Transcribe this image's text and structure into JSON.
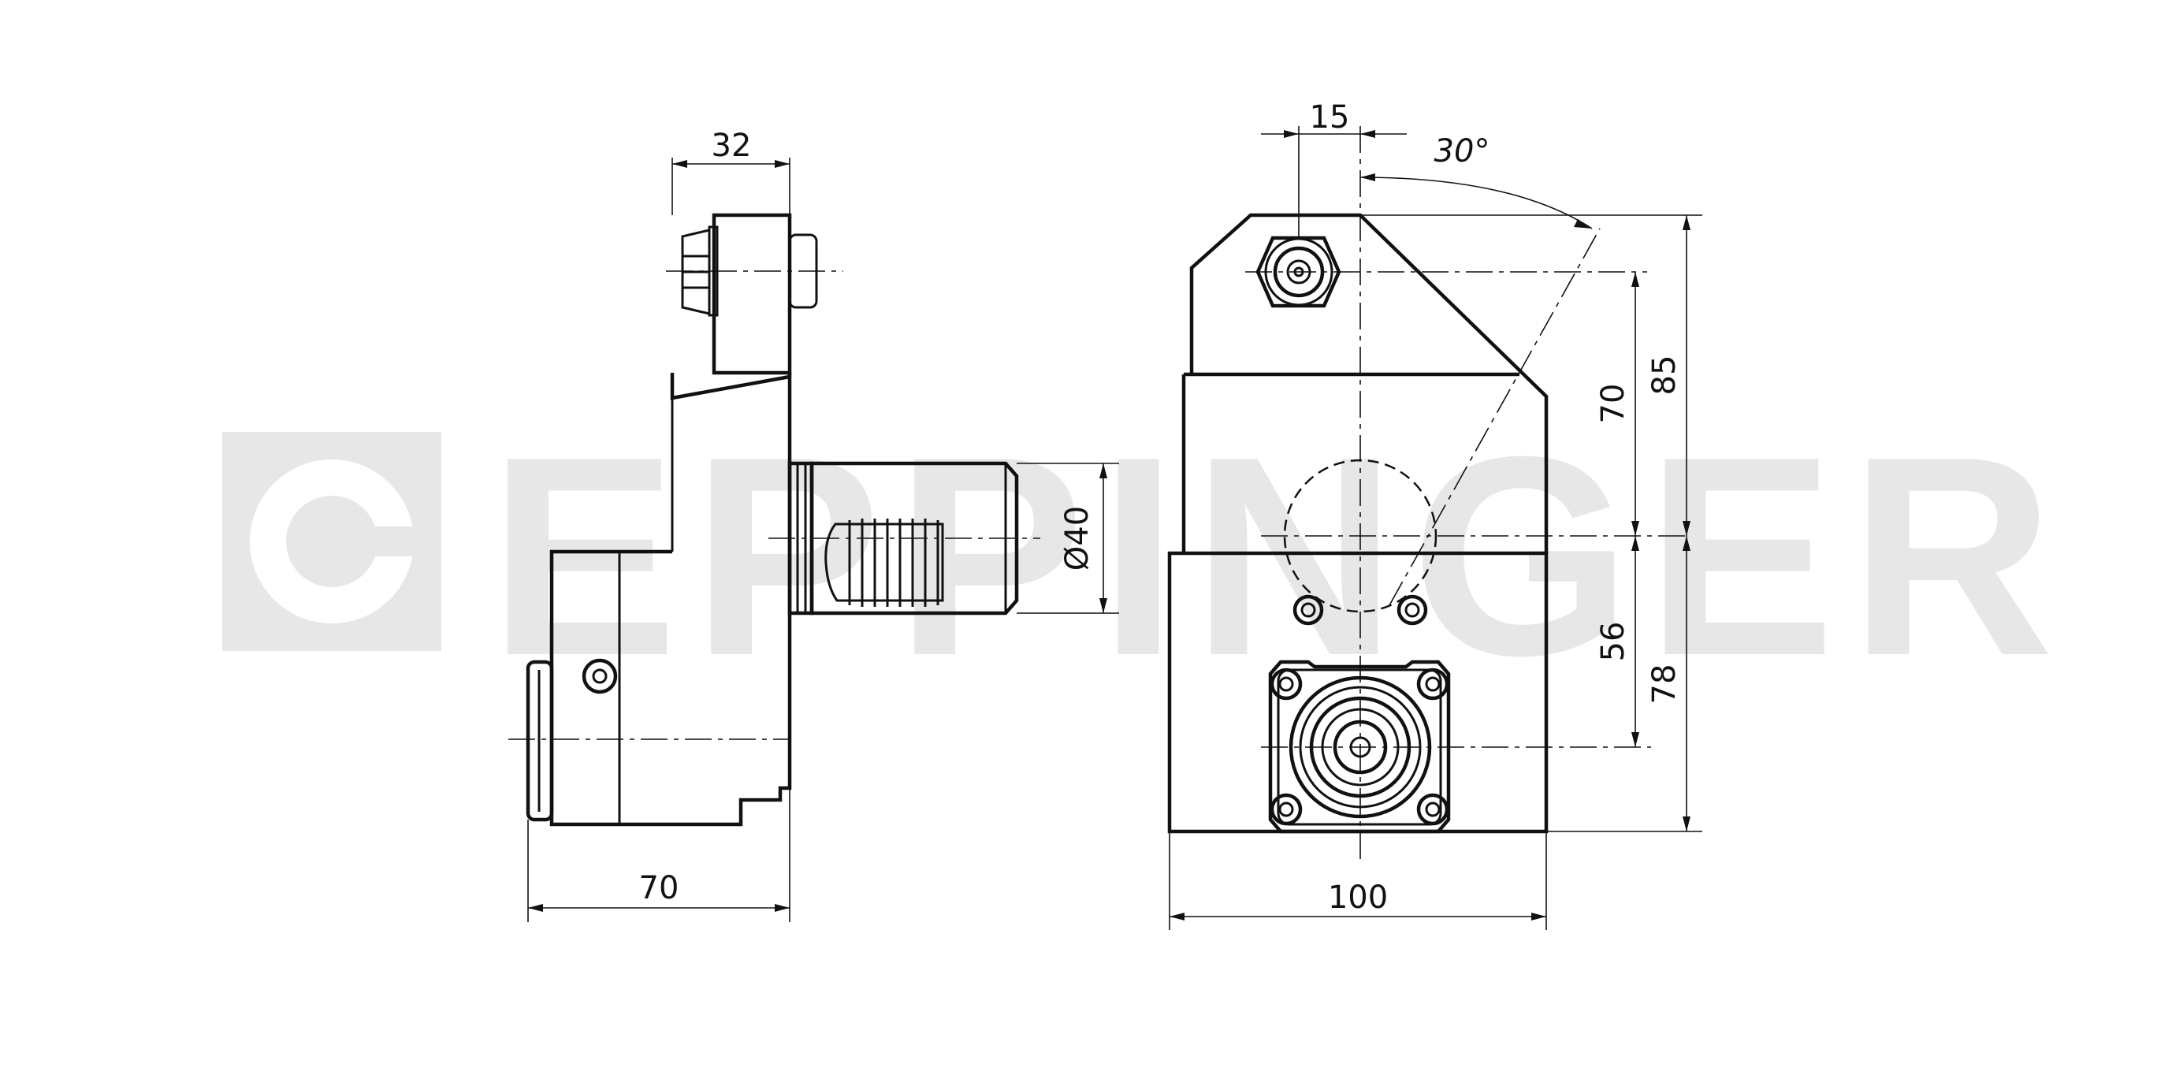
{
  "watermark": {
    "text": "EPPINGER",
    "color": "#e7e7e7"
  },
  "dimensions": {
    "side_top_width": "32",
    "side_shank_diameter": "Ø40",
    "side_bottom_width": "70",
    "front_top_offset": "15",
    "front_angle": "30°",
    "front_height_to_spindle": "70",
    "front_total_top": "85",
    "front_lower_height": "56",
    "front_total_lower": "78",
    "front_width": "100"
  },
  "colors": {
    "line": "#111111",
    "background": "#ffffff"
  }
}
